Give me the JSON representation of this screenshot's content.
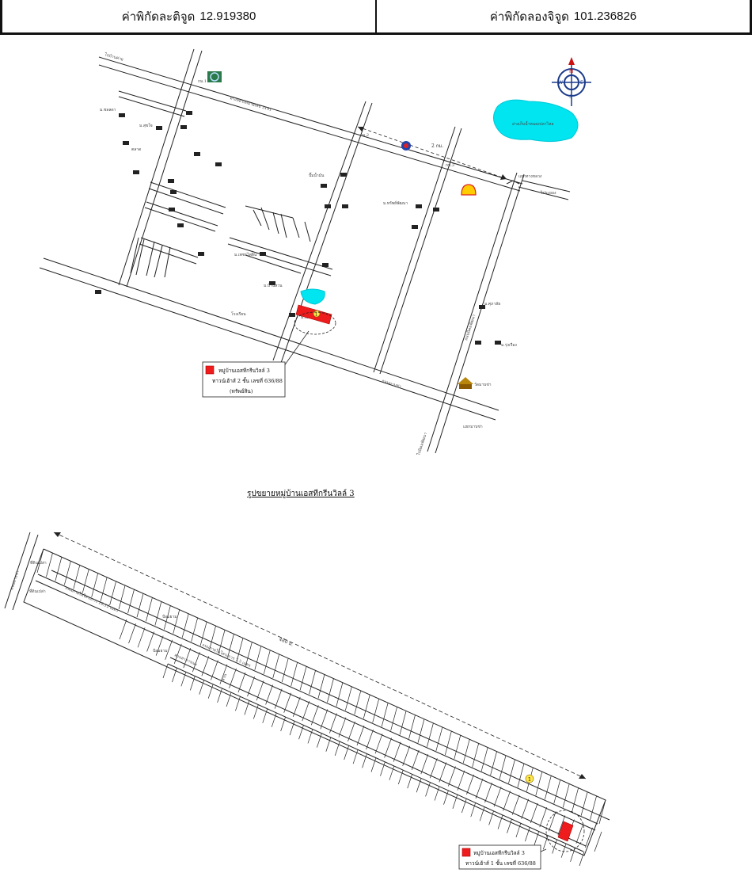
{
  "header": {
    "lat_label": "ค่าพิกัดละติจูด",
    "lat_value": "12.919380",
    "lng_label": "ค่าพิกัดลองจิจูด",
    "lng_value": "101.236826"
  },
  "compass": {
    "n": "N",
    "s": "S",
    "e": "E",
    "w": "W"
  },
  "location_map": {
    "lake_label": "อ่างเก็บน้ำหนองปลาไหล",
    "distance_label": "2 กม.",
    "circle_marker": "1",
    "callout_line1": "หมู่บ้านเอสทีกรีนวิลล์ 3",
    "callout_line2": "ทาวน์เฮ้าส์ 2 ชั้น เลขที่ 636/88",
    "callout_line3": "(ทรัพย์สิน)",
    "road_top": "ไปบ้านค่าย",
    "road_right": "ไประยอง",
    "road_bottom": "ไปนิคมพัฒนา",
    "place_1": "ม.เอสทีกรีนวิลล์",
    "place_2": "ม.เพชรไพลิน",
    "place_3": "ม.บ้านสวน",
    "place_4": "โรงเรียน",
    "place_5": "วัดมาบข่า",
    "place_6": "ม.ทรัพย์พัฒนา",
    "place_7": "ม.ศุภาลัย",
    "place_8": "ม.รุ่งเรือง",
    "place_9": "ตลาด",
    "place_10": "ม.ชลลดา",
    "place_11": "ม.สุขใจ",
    "place_12": "ปั๊มน้ำมัน",
    "junction_1": "แยกมาบข่า",
    "junction_2": "แยกทางหลวง",
    "km_1": "กม.1",
    "km_2": "กม.2",
    "km_3": "กม.3",
    "road_name_1": "ทางหลวงหมายเลข 3191",
    "road_name_2": "ถนนมาบข่า",
    "road_name_3": "ถนนนิคมพัฒนา"
  },
  "detail_map": {
    "title": "รูปขยายหมู่บ้านเอสทีกรีนวิลล์ 3",
    "distance_label": "480 ม.",
    "circle_marker": "1",
    "callout_line1": "หมู่บ้านเอสทีกรีนวิลล์ 3",
    "callout_line2": "ทาวน์เฮ้าส์ 1 ชั้น เลขที่ 636/88",
    "road_main": "ถนนมาบข่า",
    "road_1": "ถนนภายในโครงการ 10.12 เมตร",
    "road_2": "ถนนภายในโครงการ 7.5 เมตร",
    "road_3": "สวนสาธารณะ",
    "lot_1": "ที่ดินเปล่า",
    "lot_2": "ที่ดินเปล่า",
    "label_1": "ป้อมยาม",
    "label_2": "ป้อมยาม",
    "label_3": "สวน"
  }
}
